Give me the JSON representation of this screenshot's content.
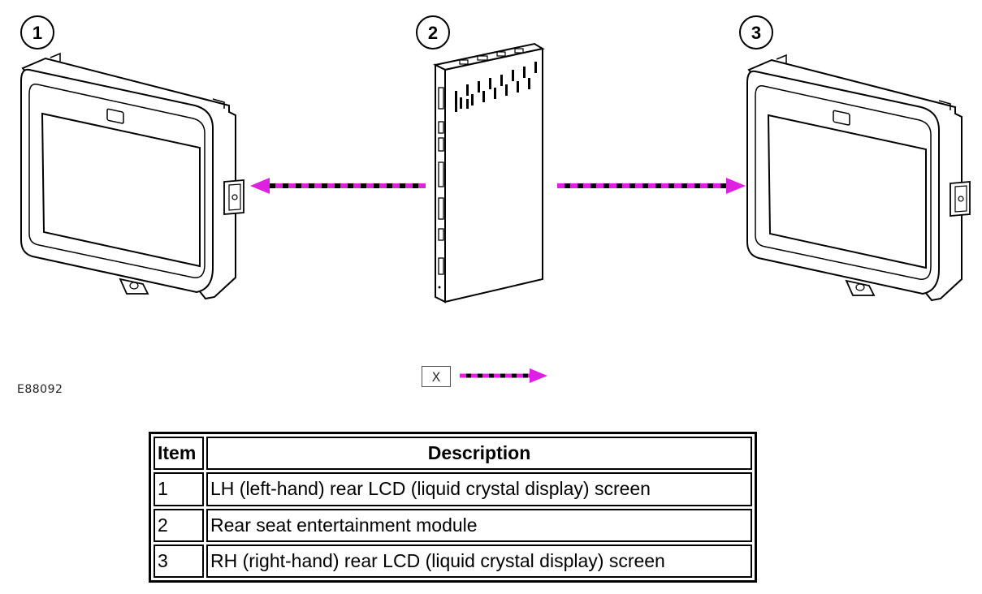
{
  "callouts": [
    "1",
    "2",
    "3"
  ],
  "figure_id": "E88092",
  "key_symbol": "X",
  "colors": {
    "connection": "#e020e0",
    "line": "#000000"
  },
  "table": {
    "headers": [
      "Item",
      "Description"
    ],
    "rows": [
      {
        "item": "1",
        "description": "LH (left-hand) rear LCD (liquid crystal display) screen"
      },
      {
        "item": "2",
        "description": "Rear seat entertainment module"
      },
      {
        "item": "3",
        "description": "RH (right-hand) rear LCD (liquid crystal display) screen"
      }
    ]
  }
}
